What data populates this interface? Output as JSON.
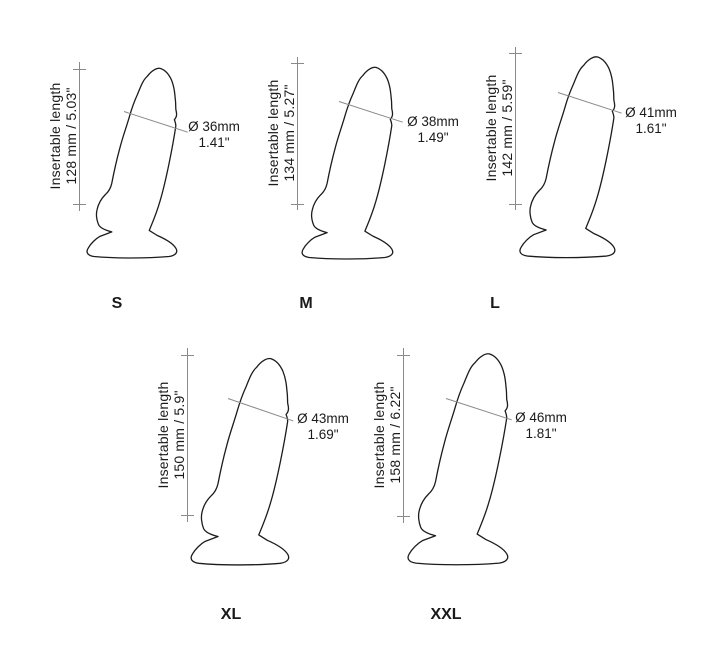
{
  "colors": {
    "background": "#ffffff",
    "outline": "#1c1c1c",
    "dimension_line": "#8a8a8a",
    "text": "#1a1a1a"
  },
  "sizes": [
    {
      "name": "S",
      "insertable_label": "Insertable length",
      "length": "128 mm / 5.03\"",
      "diameter_mm": "Ø 36mm",
      "diameter_in": "1.41\""
    },
    {
      "name": "M",
      "insertable_label": "Insertable length",
      "length": "134 mm / 5.27\"",
      "diameter_mm": "Ø 38mm",
      "diameter_in": "1.49\""
    },
    {
      "name": "L",
      "insertable_label": "Insertable length",
      "length": "142 mm / 5.59\"",
      "diameter_mm": "Ø 41mm",
      "diameter_in": "1.61\""
    },
    {
      "name": "XL",
      "insertable_label": "Insertable length",
      "length": "150 mm / 5.9\"",
      "diameter_mm": "Ø 43mm",
      "diameter_in": "1.69\""
    },
    {
      "name": "XXL",
      "insertable_label": "Insertable length",
      "length": "158 mm / 6.22\"",
      "diameter_mm": "Ø 46mm",
      "diameter_in": "1.81\""
    }
  ]
}
